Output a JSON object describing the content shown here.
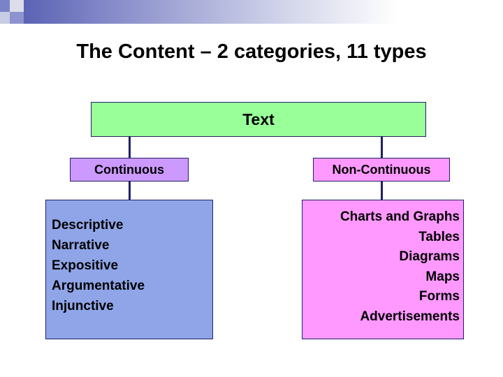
{
  "slide": {
    "title": "The Content – 2 categories, 11 types"
  },
  "diagram": {
    "root": {
      "label": "Text",
      "color": "#99ff99"
    },
    "branches": [
      {
        "label": "Continuous",
        "header_color": "#cc99ff",
        "body_color": "#8fa5e8",
        "items": [
          "Descriptive",
          "Narrative",
          "Expositive",
          "Argumentative",
          "Injunctive"
        ]
      },
      {
        "label": "Non-Continuous",
        "header_color": "#ff99ff",
        "body_color": "#ff99ff",
        "items": [
          "Charts and Graphs",
          "Tables",
          "Diagrams",
          "Maps",
          "Forms",
          "Advertisements"
        ]
      }
    ]
  }
}
